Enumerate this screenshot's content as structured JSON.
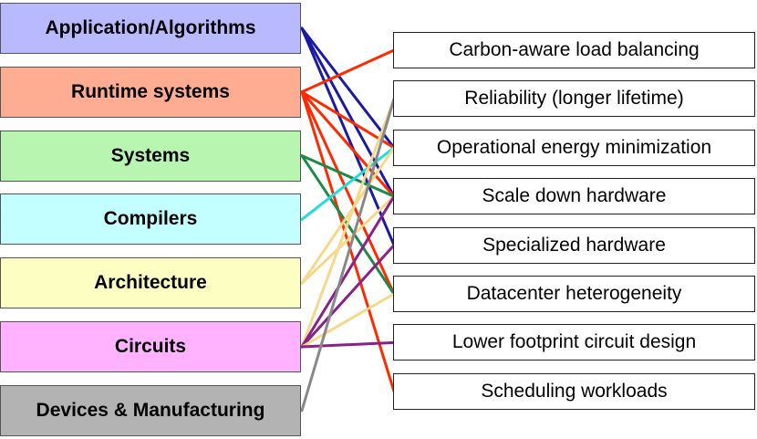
{
  "layers": [
    {
      "label": "Application/Algorithms",
      "color": "#b9b9ff"
    },
    {
      "label": "Runtime systems",
      "color": "#ffad92"
    },
    {
      "label": "Systems",
      "color": "#b8f5b0"
    },
    {
      "label": "Compilers",
      "color": "#c4ffff"
    },
    {
      "label": "Architecture",
      "color": "#fdffc2"
    },
    {
      "label": "Circuits",
      "color": "#ffb3ff"
    },
    {
      "label": "Devices & Manufacturing",
      "color": "#b3b3b3"
    }
  ],
  "targets": [
    {
      "label": "Carbon-aware load balancing"
    },
    {
      "label": "Reliability (longer lifetime)"
    },
    {
      "label": "Operational energy minimization"
    },
    {
      "label": "Scale down hardware"
    },
    {
      "label": "Specialized hardware"
    },
    {
      "label": "Datacenter heterogeneity"
    },
    {
      "label": "Lower footprint circuit design"
    },
    {
      "label": "Scheduling workloads"
    }
  ],
  "links": [
    {
      "from": 0,
      "to": 2,
      "color": "#1a1aa6"
    },
    {
      "from": 0,
      "to": 3,
      "color": "#1a1aa6"
    },
    {
      "from": 0,
      "to": 4,
      "color": "#1a1aa6"
    },
    {
      "from": 1,
      "to": 0,
      "color": "#ff2a00"
    },
    {
      "from": 1,
      "to": 2,
      "color": "#ff2a00"
    },
    {
      "from": 1,
      "to": 3,
      "color": "#ff2a00"
    },
    {
      "from": 1,
      "to": 5,
      "color": "#ff2a00"
    },
    {
      "from": 1,
      "to": 7,
      "color": "#ff2a00"
    },
    {
      "from": 2,
      "to": 3,
      "color": "#1e8a4a"
    },
    {
      "from": 2,
      "to": 5,
      "color": "#1e8a4a"
    },
    {
      "from": 3,
      "to": 2,
      "color": "#22dddd"
    },
    {
      "from": 4,
      "to": 2,
      "color": "#f5d88a"
    },
    {
      "from": 4,
      "to": 3,
      "color": "#f5d88a"
    },
    {
      "from": 5,
      "to": 1,
      "color": "#f5d88a"
    },
    {
      "from": 5,
      "to": 3,
      "color": "#882288"
    },
    {
      "from": 5,
      "to": 4,
      "color": "#882288"
    },
    {
      "from": 5,
      "to": 5,
      "color": "#f5d88a"
    },
    {
      "from": 5,
      "to": 6,
      "color": "#882288"
    },
    {
      "from": 6,
      "to": 1,
      "color": "#888888"
    }
  ]
}
